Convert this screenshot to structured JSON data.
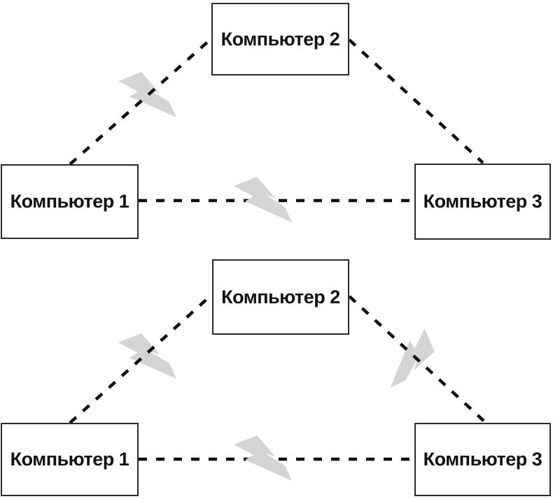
{
  "colors": {
    "background": "#ffffff",
    "link_line": "#0f0f0f",
    "node_border": "#2a2a2a",
    "node_fill": "#ffffff",
    "node_text": "#111111",
    "lightning_bolt": "#d4d4d4"
  },
  "diagrams": [
    {
      "id": "top",
      "nodes": [
        {
          "id": "computer-1",
          "label": "Компьютер 1"
        },
        {
          "id": "computer-2",
          "label": "Компьютер 2"
        },
        {
          "id": "computer-3",
          "label": "Компьютер 3"
        }
      ],
      "links": [
        {
          "from": "computer-1",
          "to": "computer-2",
          "style": "dashed",
          "fault_icon": "lightning-bolt-icon"
        },
        {
          "from": "computer-2",
          "to": "computer-3",
          "style": "dashed",
          "fault_icon": null
        },
        {
          "from": "computer-1",
          "to": "computer-3",
          "style": "dashed",
          "fault_icon": "lightning-bolt-icon"
        }
      ]
    },
    {
      "id": "bottom",
      "nodes": [
        {
          "id": "computer-1",
          "label": "Компьютер 1"
        },
        {
          "id": "computer-2",
          "label": "Компьютер 2"
        },
        {
          "id": "computer-3",
          "label": "Компьютер 3"
        }
      ],
      "links": [
        {
          "from": "computer-1",
          "to": "computer-2",
          "style": "dashed",
          "fault_icon": "lightning-bolt-icon"
        },
        {
          "from": "computer-2",
          "to": "computer-3",
          "style": "dashed",
          "fault_icon": "lightning-bolt-icon"
        },
        {
          "from": "computer-1",
          "to": "computer-3",
          "style": "dashed",
          "fault_icon": "lightning-bolt-icon"
        }
      ]
    }
  ]
}
